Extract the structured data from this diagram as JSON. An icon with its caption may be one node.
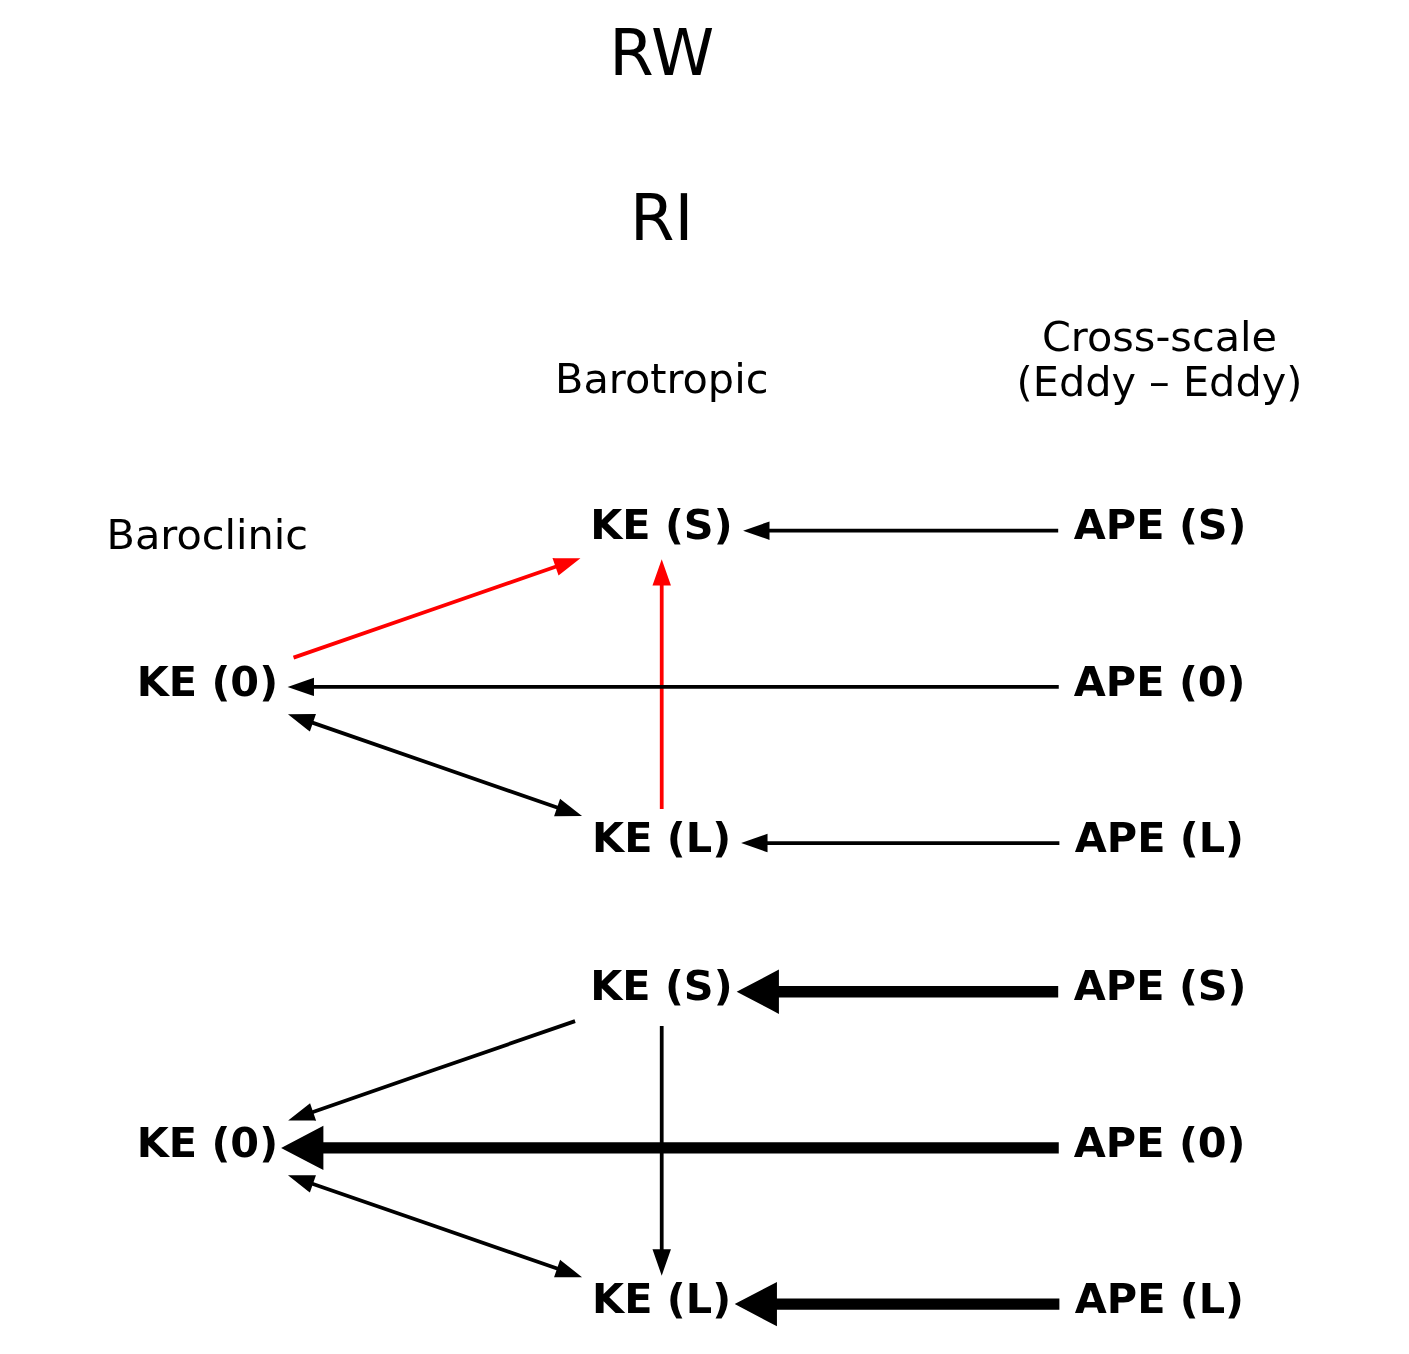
{
  "diagram": {
    "nodes": [
      {
        "text": [
          "KE (L)"
        ]
      },
      {
        "text": [
          "KE (0)"
        ]
      },
      {
        "text": [
          "KE (S)"
        ]
      },
      {
        "text": [
          "APE (L)"
        ]
      },
      {
        "text": [
          "APE (0)"
        ]
      },
      {
        "text": [
          "APE (S)"
        ]
      },
      {
        "text": [
          "KE (L)"
        ]
      },
      {
        "text": [
          "KE (0)"
        ]
      },
      {
        "text": [
          "KE (S)"
        ]
      },
      {
        "text": [
          "APE (L)"
        ]
      },
      {
        "text": [
          "APE (0)"
        ]
      },
      {
        "text": [
          "APE (S)"
        ]
      }
    ],
    "edges": [
      {
        "from": 3,
        "to": 0,
        "arrow": "to",
        "style": "thick"
      },
      {
        "from": 2,
        "to": 0,
        "arrow": "to"
      },
      {
        "from": 0,
        "to": 1,
        "arrow": "both"
      },
      {
        "from": 2,
        "to": 1,
        "arrow": "to"
      },
      {
        "from": 4,
        "to": 1,
        "arrow": "to",
        "style": "thick"
      },
      {
        "from": 5,
        "to": 2,
        "arrow": "to",
        "style": "thick"
      },
      {
        "from": 9,
        "to": 6,
        "arrow": "to"
      },
      {
        "from": 6,
        "to": 8,
        "arrow": "to",
        "color": "#ff0000"
      },
      {
        "from": 6,
        "to": 7,
        "arrow": "both"
      },
      {
        "from": 7,
        "to": 8,
        "arrow": "to",
        "color": "#ff0000"
      },
      {
        "from": 10,
        "to": 7,
        "arrow": "to"
      },
      {
        "from": 11,
        "to": 8,
        "arrow": "to"
      }
    ],
    "labels": [
      "Barotropic",
      "Baroclinic",
      "RI",
      "Cross-scale (Eddy – Eddy)",
      "RW"
    ]
  }
}
